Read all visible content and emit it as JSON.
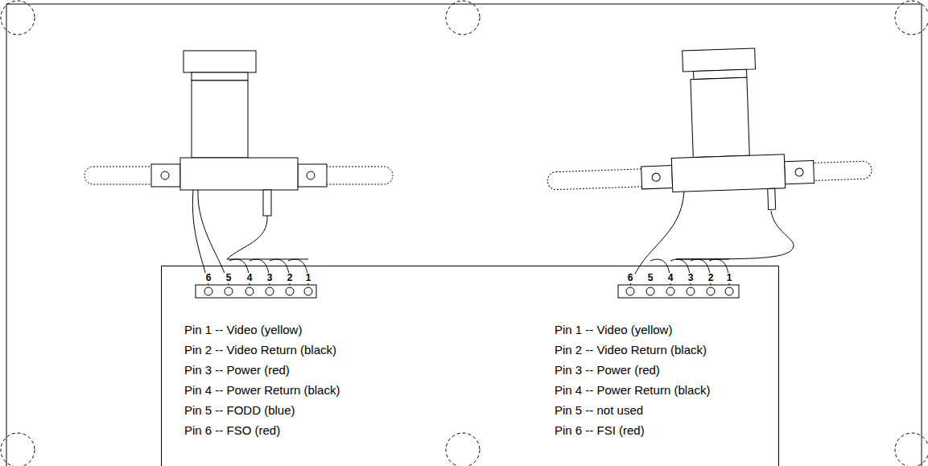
{
  "diagram": {
    "nodes": [
      {
        "text": [
          "Pin 1 -- Video (yellow)",
          "Pin 2 -- Video Return (black)",
          "Pin 3 -- Power (red)",
          "Pin 4 -- Power Return (black)",
          "Pin 5 -- FODD (blue)",
          "Pin 6 -- FSO (red)",
          "Pin 1 -- Video (yellow)",
          "Pin 2 -- Video Return (black)",
          "Pin 3 -- Power (red)",
          "Pin 4 -- Power Return (black)",
          "Pin 5 -- not used",
          "Pin 6 -- FSI (red)"
        ]
      }
    ],
    "labels": [
      "6",
      "5",
      "4",
      "3",
      "2",
      "1",
      "6",
      "5",
      "4",
      "3",
      "2",
      "1"
    ]
  }
}
